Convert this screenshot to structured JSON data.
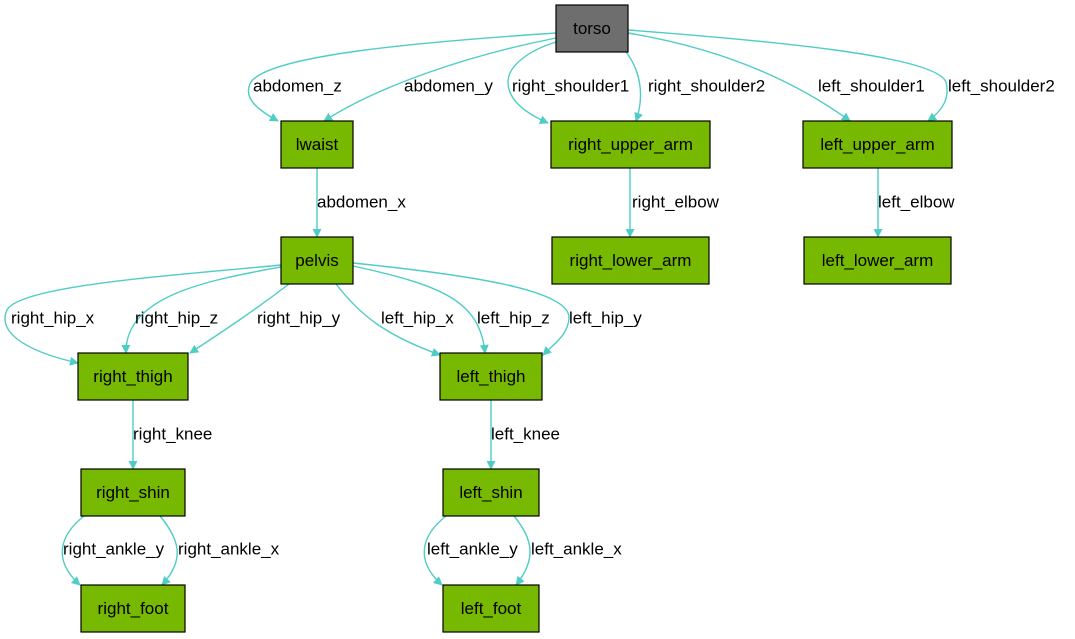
{
  "colors": {
    "root_fill": "#6e6e6e",
    "node_fill": "#76b900",
    "edge": "#4ecdc4"
  },
  "nodes": [
    {
      "id": "torso",
      "label": "torso",
      "root": true
    },
    {
      "id": "lwaist",
      "label": "lwaist"
    },
    {
      "id": "right_upper_arm",
      "label": "right_upper_arm"
    },
    {
      "id": "left_upper_arm",
      "label": "left_upper_arm"
    },
    {
      "id": "pelvis",
      "label": "pelvis"
    },
    {
      "id": "right_lower_arm",
      "label": "right_lower_arm"
    },
    {
      "id": "left_lower_arm",
      "label": "left_lower_arm"
    },
    {
      "id": "right_thigh",
      "label": "right_thigh"
    },
    {
      "id": "left_thigh",
      "label": "left_thigh"
    },
    {
      "id": "right_shin",
      "label": "right_shin"
    },
    {
      "id": "left_shin",
      "label": "left_shin"
    },
    {
      "id": "right_foot",
      "label": "right_foot"
    },
    {
      "id": "left_foot",
      "label": "left_foot"
    }
  ],
  "edges": [
    {
      "from": "torso",
      "to": "lwaist",
      "label": "abdomen_z"
    },
    {
      "from": "torso",
      "to": "lwaist",
      "label": "abdomen_y"
    },
    {
      "from": "torso",
      "to": "right_upper_arm",
      "label": "right_shoulder1"
    },
    {
      "from": "torso",
      "to": "right_upper_arm",
      "label": "right_shoulder2"
    },
    {
      "from": "torso",
      "to": "left_upper_arm",
      "label": "left_shoulder1"
    },
    {
      "from": "torso",
      "to": "left_upper_arm",
      "label": "left_shoulder2"
    },
    {
      "from": "lwaist",
      "to": "pelvis",
      "label": "abdomen_x"
    },
    {
      "from": "right_upper_arm",
      "to": "right_lower_arm",
      "label": "right_elbow"
    },
    {
      "from": "left_upper_arm",
      "to": "left_lower_arm",
      "label": "left_elbow"
    },
    {
      "from": "pelvis",
      "to": "right_thigh",
      "label": "right_hip_x"
    },
    {
      "from": "pelvis",
      "to": "right_thigh",
      "label": "right_hip_z"
    },
    {
      "from": "pelvis",
      "to": "right_thigh",
      "label": "right_hip_y"
    },
    {
      "from": "pelvis",
      "to": "left_thigh",
      "label": "left_hip_x"
    },
    {
      "from": "pelvis",
      "to": "left_thigh",
      "label": "left_hip_z"
    },
    {
      "from": "pelvis",
      "to": "left_thigh",
      "label": "left_hip_y"
    },
    {
      "from": "right_thigh",
      "to": "right_shin",
      "label": "right_knee"
    },
    {
      "from": "left_thigh",
      "to": "left_shin",
      "label": "left_knee"
    },
    {
      "from": "right_shin",
      "to": "right_foot",
      "label": "right_ankle_y"
    },
    {
      "from": "right_shin",
      "to": "right_foot",
      "label": "right_ankle_x"
    },
    {
      "from": "left_shin",
      "to": "left_foot",
      "label": "left_ankle_y"
    },
    {
      "from": "left_shin",
      "to": "left_foot",
      "label": "left_ankle_x"
    }
  ]
}
